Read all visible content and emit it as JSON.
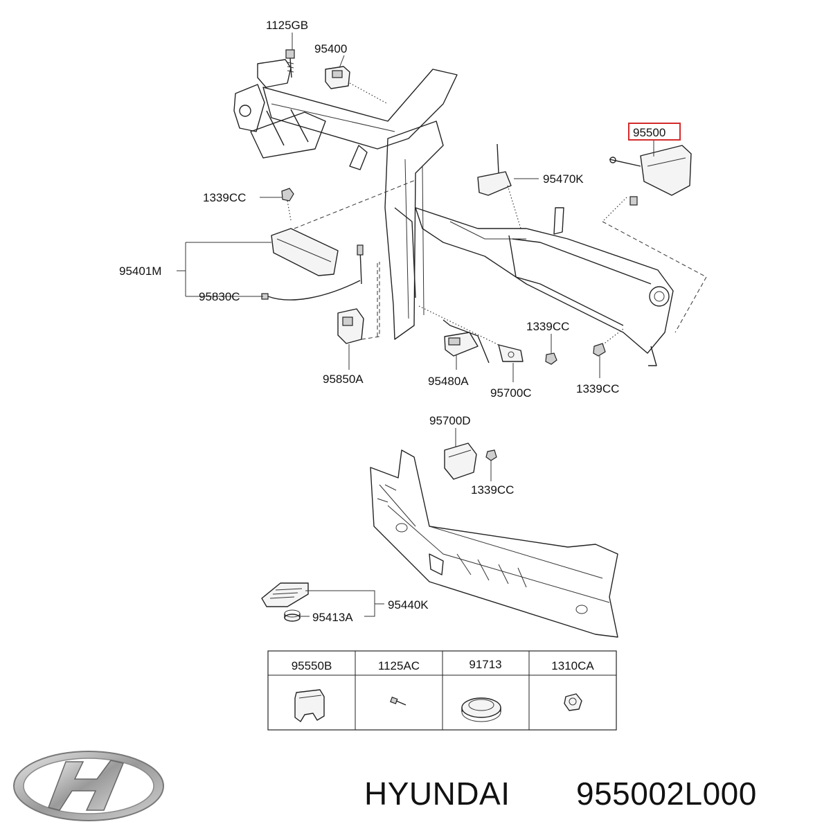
{
  "callouts": {
    "c1125gb": "1125GB",
    "c95400": "95400",
    "c95500": "95500",
    "c95470k": "95470K",
    "c1339cc_a": "1339CC",
    "c95401m": "95401M",
    "c95830c": "95830C",
    "c95850a": "95850A",
    "c95480a": "95480A",
    "c1339cc_b": "1339CC",
    "c95700c": "95700C",
    "c1339cc_c": "1339CC",
    "c95700d": "95700D",
    "c1339cc_d": "1339CC",
    "c95440k": "95440K",
    "c95413a": "95413A"
  },
  "highlight": {
    "part": "95500",
    "color": "#d42a2a"
  },
  "parts_table": {
    "headers": [
      "95550B",
      "1125AC",
      "91713",
      "1310CA"
    ]
  },
  "footer": {
    "brand": "HYUNDAI",
    "part_number": "955002L000",
    "logo_icon": "hyundai-logo-icon"
  }
}
